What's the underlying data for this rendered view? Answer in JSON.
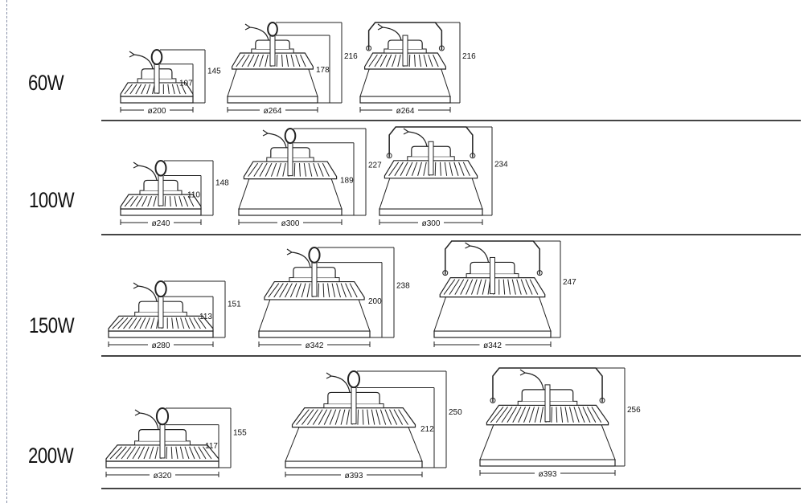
{
  "rows": [
    {
      "label": "60W",
      "lamps": [
        {
          "type": "base",
          "diameter": "ø200",
          "heights": [
            "107",
            "145"
          ]
        },
        {
          "type": "reflector",
          "diameter": "ø264",
          "heights": [
            "178",
            "216"
          ]
        },
        {
          "type": "bracket",
          "diameter": "ø264",
          "heights": [
            "216"
          ]
        }
      ]
    },
    {
      "label": "100W",
      "lamps": [
        {
          "type": "base",
          "diameter": "ø240",
          "heights": [
            "110",
            "148"
          ]
        },
        {
          "type": "reflector",
          "diameter": "ø300",
          "heights": [
            "189",
            "227"
          ]
        },
        {
          "type": "bracket",
          "diameter": "ø300",
          "heights": [
            "234"
          ]
        }
      ]
    },
    {
      "label": "150W",
      "lamps": [
        {
          "type": "base",
          "diameter": "ø280",
          "heights": [
            "113",
            "151"
          ]
        },
        {
          "type": "reflector",
          "diameter": "ø342",
          "heights": [
            "200",
            "238"
          ]
        },
        {
          "type": "bracket",
          "diameter": "ø342",
          "heights": [
            "247"
          ]
        }
      ]
    },
    {
      "label": "200W",
      "lamps": [
        {
          "type": "base",
          "diameter": "ø320",
          "heights": [
            "117",
            "155"
          ]
        },
        {
          "type": "reflector",
          "diameter": "ø393",
          "heights": [
            "212",
            "250"
          ]
        },
        {
          "type": "bracket",
          "diameter": "ø393",
          "heights": [
            "256"
          ]
        }
      ]
    }
  ]
}
